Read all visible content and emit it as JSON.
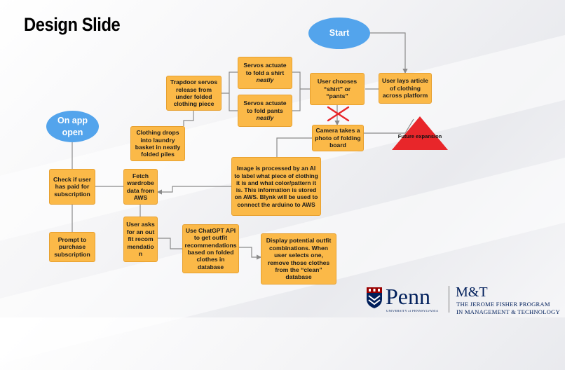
{
  "slide": {
    "title": "Design Slide"
  },
  "flowchart": {
    "start": "Start",
    "on_app_open": "On app open",
    "user_lays": "User lays article of clothing across platform",
    "user_chooses": "User chooses “shirt” or “pants”",
    "servo_shirt_main": "Servos actuate to fold a shirt",
    "servo_shirt_em": "neatly",
    "servo_pants_main": "Servos actuate to fold pants",
    "servo_pants_em": "neatly",
    "trapdoor": "Trapdoor servos release from under folded clothing piece",
    "clothing_drops": "Clothing drops into laundry basket in neatly folded piles",
    "camera": "Camera takes a photo of folding board",
    "future": "Future expansion",
    "image_processed": "Image is processed by an AI to label what piece of clothing it is and what color/pattern it is. This information is stored on AWS. Blynk will be used to connect the arduino to AWS",
    "check_paid": "Check if user has paid for subscription",
    "fetch": "Fetch wardrobe data from AWS",
    "prompt": "Prompt to purchase subscription",
    "user_asks": "User asks for an outfit recommendation",
    "chatgpt": "Use ChatGPT API to get outfit recommendations based on folded clothes in database",
    "display": "Display potential outfit combinations. When user selects one, remove those clothes from the “clean” database"
  },
  "logos": {
    "penn": "Penn",
    "penn_sub": "UNIVERSITY of PENNSYLVANIA",
    "mt": "M&T",
    "mt_line1": "THE JEROME FISHER PROGRAM",
    "mt_line2": "IN MANAGEMENT & TECHNOLOGY"
  },
  "colors": {
    "box_fill": "#fbb948",
    "oval_fill": "#53a4ec",
    "future_fill": "#e8262a",
    "connector": "#8a8a8a",
    "penn_navy": "#011f5b"
  }
}
